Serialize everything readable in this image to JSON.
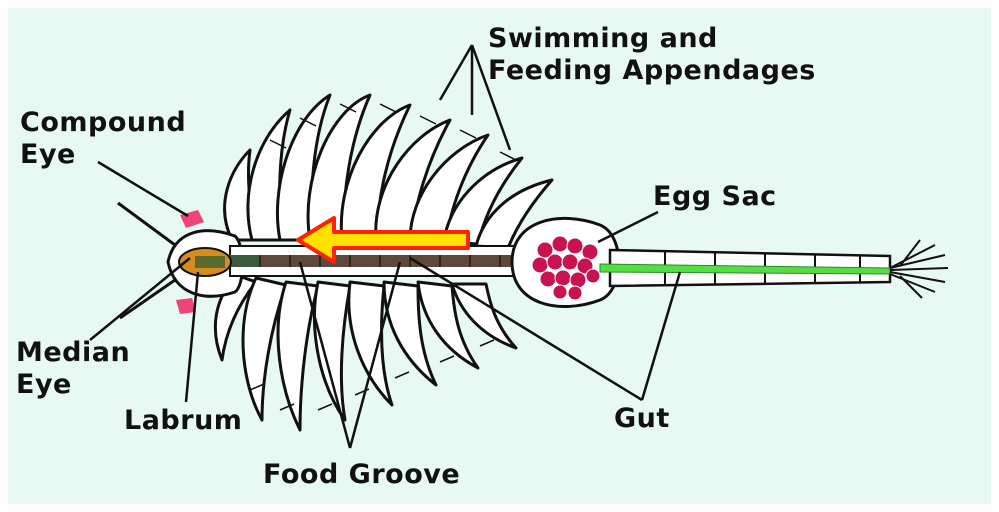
{
  "labels": {
    "appendages_line1": "Swimming and",
    "appendages_line2": "Feeding Appendages",
    "compound_eye_line1": "Compound",
    "compound_eye_line2": "Eye",
    "egg_sac": "Egg Sac",
    "median_eye_line1": "Median",
    "median_eye_line2": "Eye",
    "labrum": "Labrum",
    "gut": "Gut",
    "food_groove": "Food Groove"
  },
  "colors": {
    "background": "#e8f8f3",
    "arrow_fill": "#ffe100",
    "arrow_outline": "#ff2200",
    "egg_fill": "#c8134e",
    "gut_front": "#3c5a3c",
    "gut_rear": "#55dd44",
    "labrum": "#d78a1e",
    "eye_pink": "#ee4477"
  }
}
